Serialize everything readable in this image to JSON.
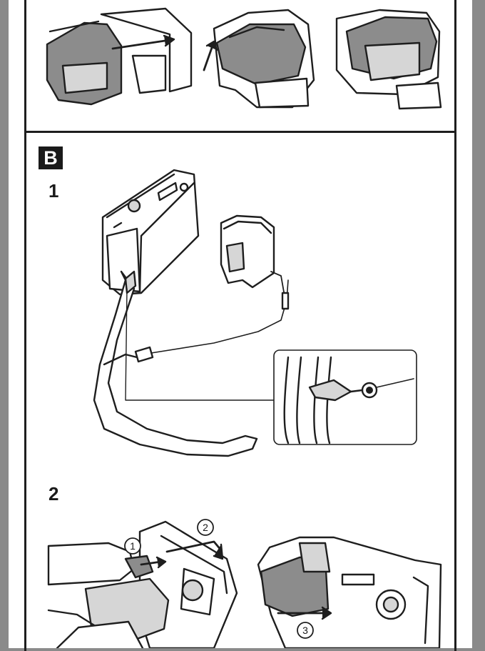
{
  "section": {
    "label": "B"
  },
  "steps": [
    {
      "label": "1"
    },
    {
      "label": "2"
    }
  ],
  "callouts": [
    "1",
    "2",
    "3"
  ],
  "colors": {
    "ink": "#1e1e1e",
    "shade": "#8c8c8c",
    "light": "#d6d6d6",
    "page": "#ffffff",
    "margin": "#8a8a8a"
  }
}
